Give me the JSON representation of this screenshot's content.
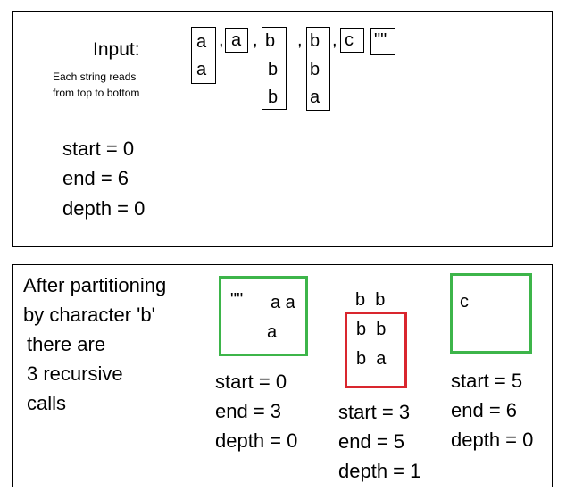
{
  "top": {
    "input_label": "Input:",
    "note_line1": "Each string reads",
    "note_line2": "from top to bottom",
    "strings": [
      [
        "a",
        "a"
      ],
      [
        "a"
      ],
      [
        "b",
        "b",
        "b"
      ],
      [
        "b",
        "b",
        "a"
      ],
      [
        "c"
      ],
      [
        "\"\""
      ]
    ],
    "separator": ",",
    "start": "start = 0",
    "end": "end = 6",
    "depth": "depth = 0"
  },
  "bottom": {
    "description": [
      "After partitioning",
      "by character 'b'",
      "there are",
      "3 recursive",
      "calls"
    ],
    "call1": {
      "empty": "\"\"",
      "row1": "a a",
      "row2": "a",
      "start": "start = 0",
      "end": "end = 3",
      "depth": "depth = 0"
    },
    "call2": {
      "above": "b  b",
      "row1": "b  b",
      "row2": "b  a",
      "start": "start = 3",
      "end": "end = 5",
      "depth": "depth = 1"
    },
    "call3": {
      "content": "c",
      "start": "start = 5",
      "end": "end = 6",
      "depth": "depth = 0"
    }
  },
  "colors": {
    "green": "#3db54a",
    "red": "#d9262e"
  }
}
